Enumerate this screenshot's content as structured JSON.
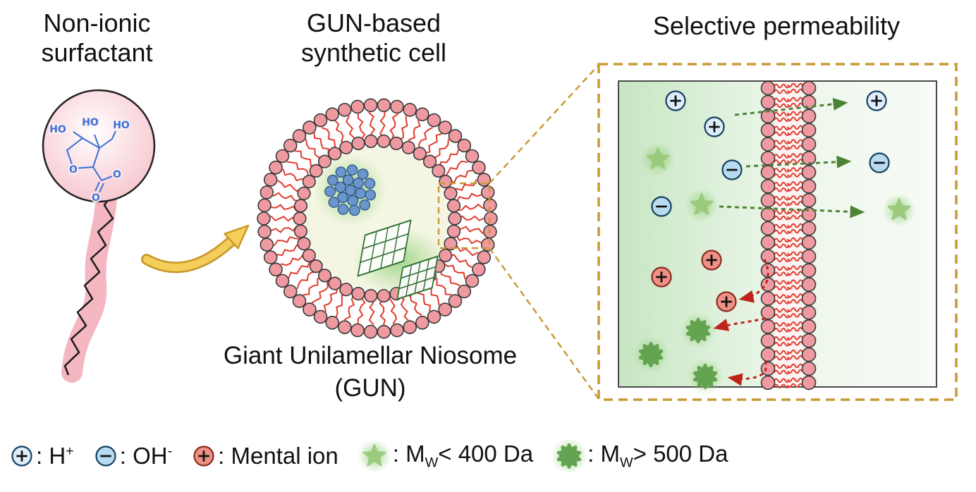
{
  "titles": {
    "surfactant_line1": "Non-ionic",
    "surfactant_line2": "surfactant",
    "cell_line1": "GUN-based",
    "cell_line2": "synthetic cell",
    "permeability": "Selective permeability",
    "gun_line1": "Giant Unilamellar Niosome",
    "gun_line2": "(GUN)"
  },
  "chem": {
    "ho": "HO",
    "o": "O"
  },
  "legend": {
    "h": {
      "text": ": H",
      "sup": "+"
    },
    "oh": {
      "text": ": OH",
      "sup": "-"
    },
    "metal": {
      "text": ": Mental ion"
    },
    "small_mol": {
      "text": ": M",
      "sub": "W",
      "after": "< 400 Da"
    },
    "large_mol": {
      "text": ": M",
      "sub": "W",
      "after": "> 500 Da"
    }
  },
  "colors": {
    "text_color": "#111111",
    "membrane_head": "#ef9aa0",
    "membrane_head_stroke": "#3a3a3a",
    "tail_red": "#e23b2e",
    "vesicle_interior": "#f4f6e3",
    "zoom_dash": "#c99a33",
    "panel_border": "#4a4a4a",
    "hplus_fill": "#ddeefa",
    "ohminus_fill": "#b7dcf0",
    "ion_stroke_blue": "#173f60",
    "metal_fill": "#ee9184",
    "metal_stroke": "#8c2b20",
    "sign_color": "#111111",
    "star_green": "#9bca7c",
    "burst_green": "#64a350",
    "glow_green": "#90cf78",
    "arrow_green": "#4e8336",
    "arrow_red": "#bf231a",
    "lattice_green": "#2e7031",
    "dot_blue": "#6b96cc",
    "chem_blue": "#3a6fd8",
    "surfactant_pink": "#f6c3cb",
    "ribbon_pink": "#f4b6c0",
    "transform_arrow_fill": "#f5cd5a",
    "transform_arrow_stroke": "#c79a2a",
    "panel_green_left": "#c7e6c2",
    "panel_green_right": "#f7fbf6"
  }
}
